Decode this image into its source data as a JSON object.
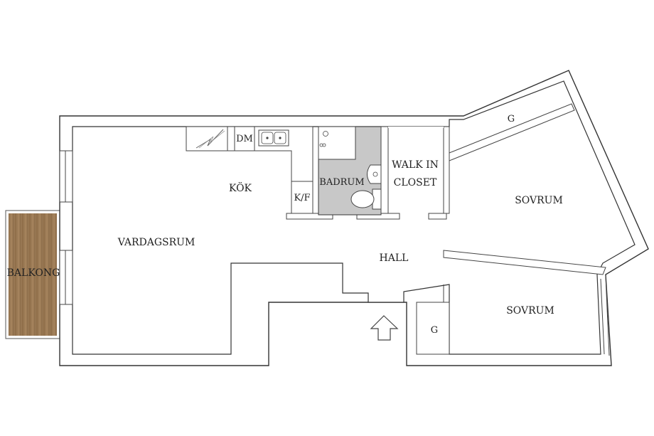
{
  "rooms": {
    "balkong": "BALKONG",
    "vardagsrum": "VARDAGSRUM",
    "kok": "KÖK",
    "dm": "DM",
    "kf": "K/F",
    "badrum": "BADRUM",
    "walk_in_line1": "WALK IN",
    "walk_in_line2": "CLOSET",
    "hall": "HALL",
    "sovrum_1": "SOVRUM",
    "sovrum_2": "SOVRUM",
    "g_1": "G",
    "g_2": "G"
  },
  "colors": {
    "background": "#ffffff",
    "wall": "#333333",
    "bathroom_floor": "#c8c8c8",
    "balcony_wood": "#9b7a55"
  },
  "icons": {
    "entrance": "entrance-arrow-icon"
  }
}
